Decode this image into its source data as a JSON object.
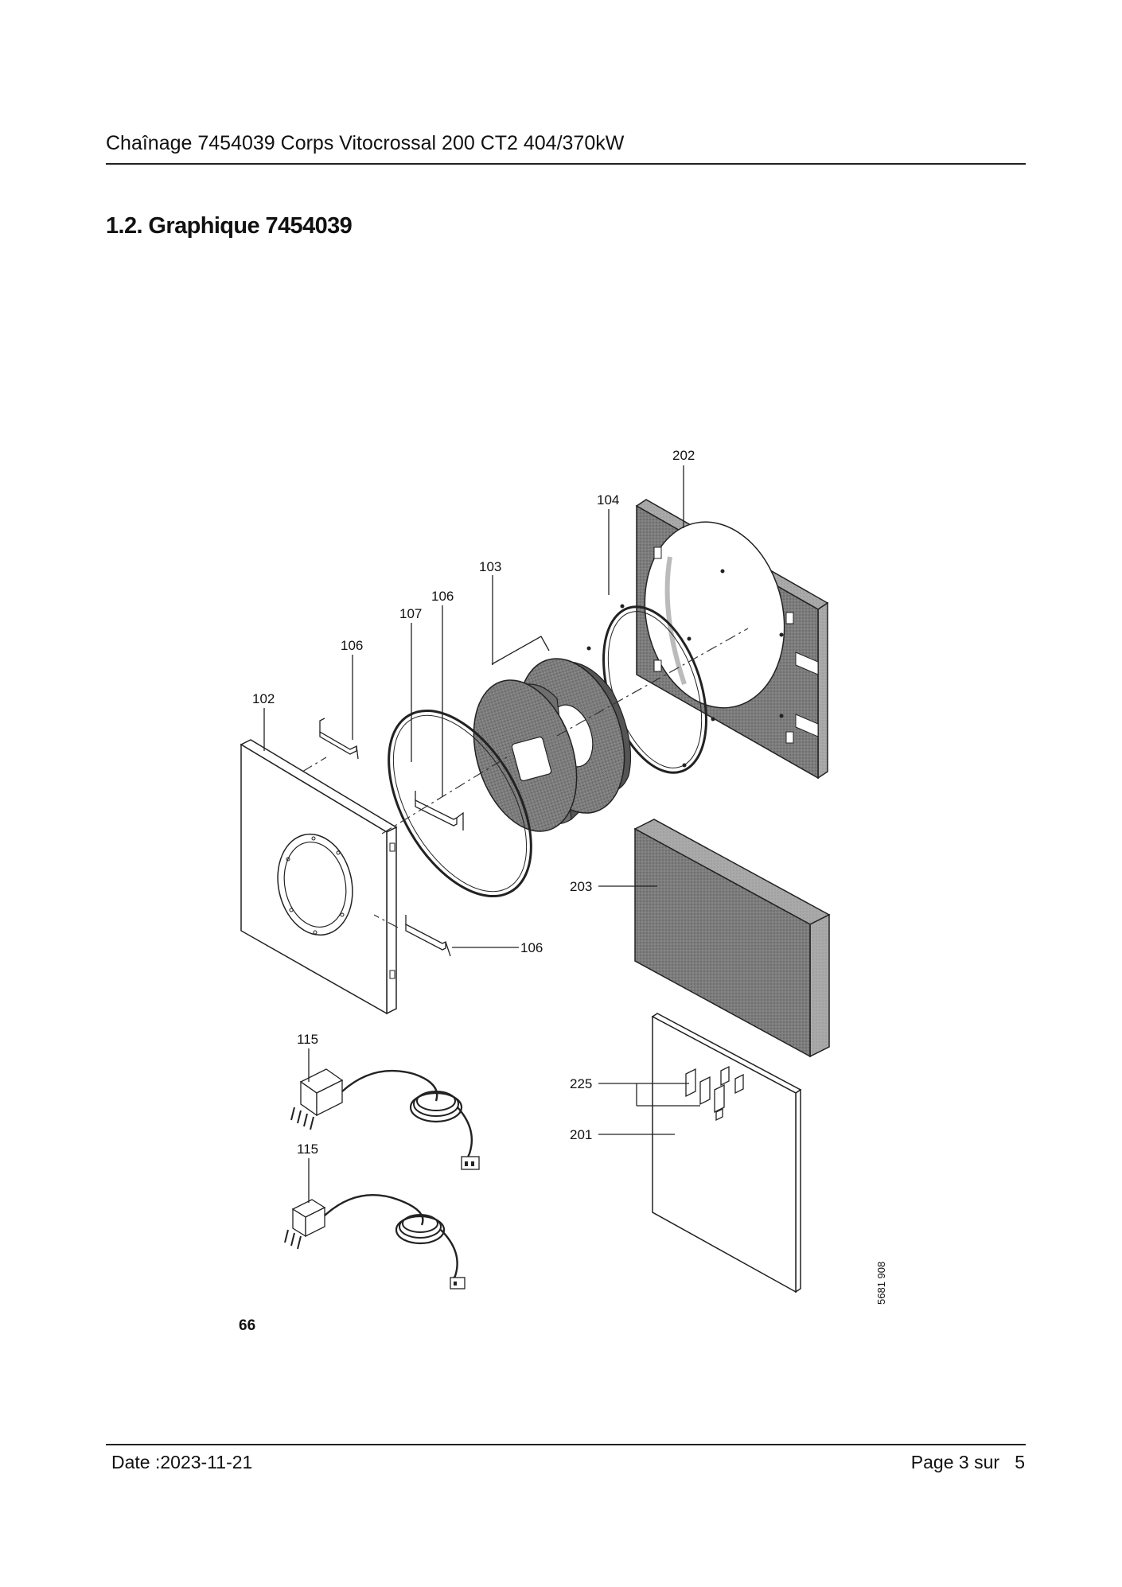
{
  "header": {
    "title": "Chaînage 7454039 Corps Vitocrossal 200 CT2 404/370kW"
  },
  "section": {
    "heading": "1.2. Graphique 7454039"
  },
  "diagram": {
    "callouts": {
      "c202": "202",
      "c104": "104",
      "c103": "103",
      "c106a": "106",
      "c107": "107",
      "c106b": "106",
      "c102": "102",
      "c203": "203",
      "c106c": "106",
      "c115a": "115",
      "c225": "225",
      "c201": "201",
      "c115b": "115"
    },
    "drawing_number": "5681 908",
    "page_label": "66"
  },
  "footer": {
    "date": "Date :2023-11-21",
    "page": "Page 3 sur   5"
  }
}
